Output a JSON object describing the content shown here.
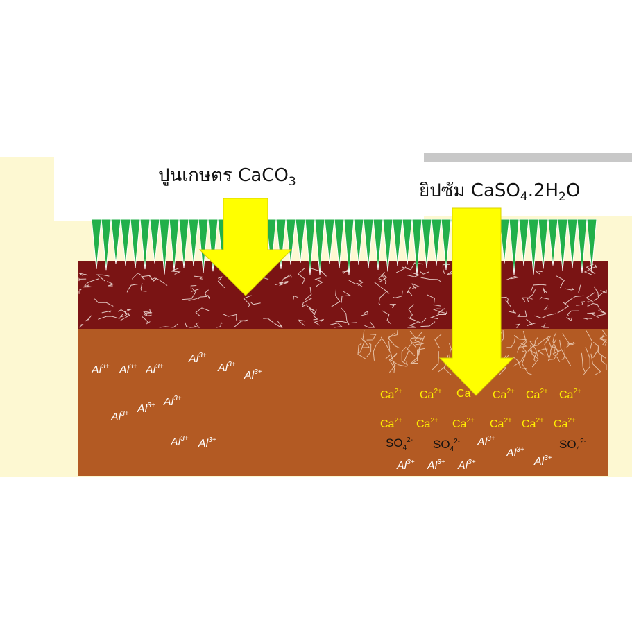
{
  "diagram": {
    "left_label": {
      "text": "ปูนเกษตร",
      "formula_base": "CaCO",
      "formula_sub": "3"
    },
    "right_label": {
      "text": "ยิปซัม",
      "formula_p1": "CaSO",
      "formula_s1": "4",
      "formula_p2": ".2H",
      "formula_s2": "2",
      "formula_p3": "O"
    },
    "ions": {
      "al": {
        "base": "Al",
        "charge": "3+"
      },
      "ca": {
        "base": "Ca",
        "charge": "2+"
      },
      "so4": {
        "base": "SO",
        "sub": "4",
        "charge": "2-"
      },
      "ca_partial": {
        "text": "Ca"
      }
    },
    "colors": {
      "grass": "#22b04a",
      "topsoil": "#7a1414",
      "subsoil": "#b35a23",
      "arrow": "#ffff00",
      "background": "#fdf8d2"
    }
  }
}
